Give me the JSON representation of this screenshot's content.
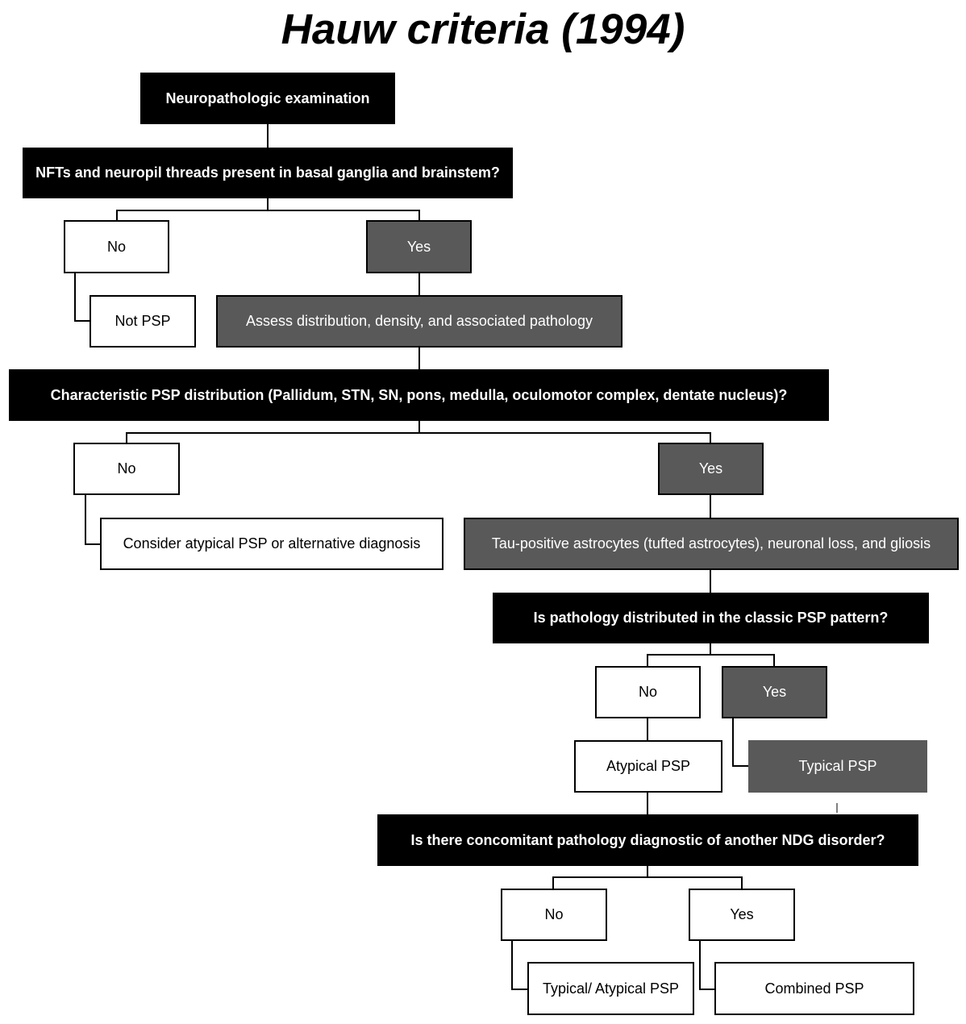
{
  "title": "Hauw criteria (1994)",
  "nodes": {
    "exam": "Neuropathologic examination",
    "q1": "NFTs and neuropil threads present in basal ganglia and brainstem?",
    "q1_no": "No",
    "q1_yes": "Yes",
    "not_psp": "Not PSP",
    "assess": "Assess distribution, density, and associated pathology",
    "q2": "Characteristic PSP distribution (Pallidum, STN, SN, pons, medulla, oculomotor complex, dentate nucleus)?",
    "q2_no": "No",
    "q2_yes": "Yes",
    "consider": "Consider atypical PSP or alternative  diagnosis",
    "tau": "Tau-positive astrocytes (tufted astrocytes), neuronal loss, and gliosis",
    "q3": "Is pathology distributed in the classic PSP pattern?",
    "q3_no": "No",
    "q3_yes": "Yes",
    "atypical": "Atypical PSP",
    "typical": "Typical PSP",
    "q4": "Is there concomitant pathology diagnostic of another NDG disorder?",
    "q4_no": "No",
    "q4_yes": "Yes",
    "typ_atyp": "Typical/ Atypical PSP",
    "combined": "Combined PSP"
  }
}
